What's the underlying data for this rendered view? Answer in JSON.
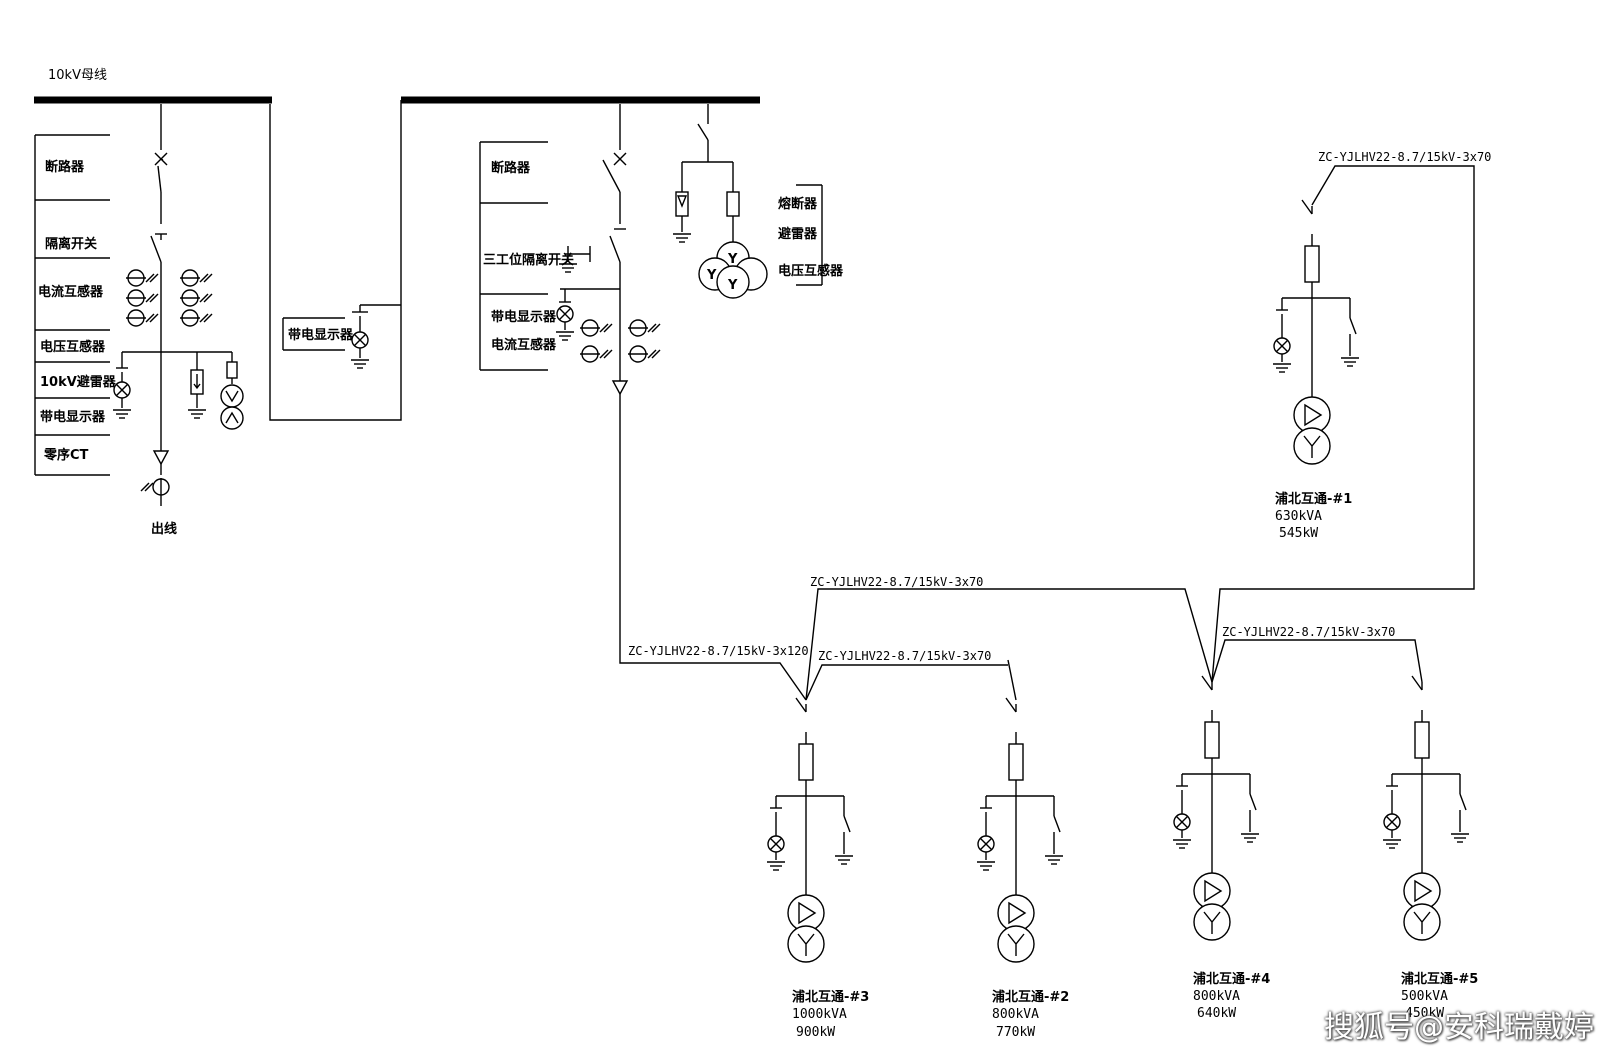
{
  "bus_label": "10kV母线",
  "left_panel": {
    "breaker": "断路器",
    "isolator": "隔离开关",
    "ct": "电流互感器",
    "pt": "电压互感器",
    "arrester": "10kV避雷器",
    "indicator": "带电显示器",
    "zero_ct": "零序CT",
    "outgoing": "出线"
  },
  "tie": {
    "indicator": "带电显示器"
  },
  "incoming": {
    "breaker": "断路器",
    "three_pos": "三工位隔离开关",
    "indicator": "带电显示器",
    "ct": "电流互感器"
  },
  "pt_panel": {
    "fuse": "熔断器",
    "arrester": "避雷器",
    "pt": "电压互感器"
  },
  "pt_winding": "Y",
  "cables": {
    "main": "ZC-YJLHV22-8.7/15kV-3x120",
    "to_t2": "ZC-YJLHV22-8.7/15kV-3x70",
    "to_t4": "ZC-YJLHV22-8.7/15kV-3x70",
    "to_t5": "ZC-YJLHV22-8.7/15kV-3x70",
    "to_t1": "ZC-YJLHV22-8.7/15kV-3x70"
  },
  "transformers": [
    {
      "id": "t1",
      "name": "浦北互通-#1",
      "kva": "630kVA",
      "kw": "545kW"
    },
    {
      "id": "t3",
      "name": "浦北互通-#3",
      "kva": "1000kVA",
      "kw": "900kW"
    },
    {
      "id": "t2",
      "name": "浦北互通-#2",
      "kva": "800kVA",
      "kw": "770kW"
    },
    {
      "id": "t4",
      "name": "浦北互通-#4",
      "kva": "800kVA",
      "kw": "640kW"
    },
    {
      "id": "t5",
      "name": "浦北互通-#5",
      "kva": "500kVA",
      "kw": "450kW"
    }
  ],
  "watermark": "搜狐号@安科瑞戴婷"
}
